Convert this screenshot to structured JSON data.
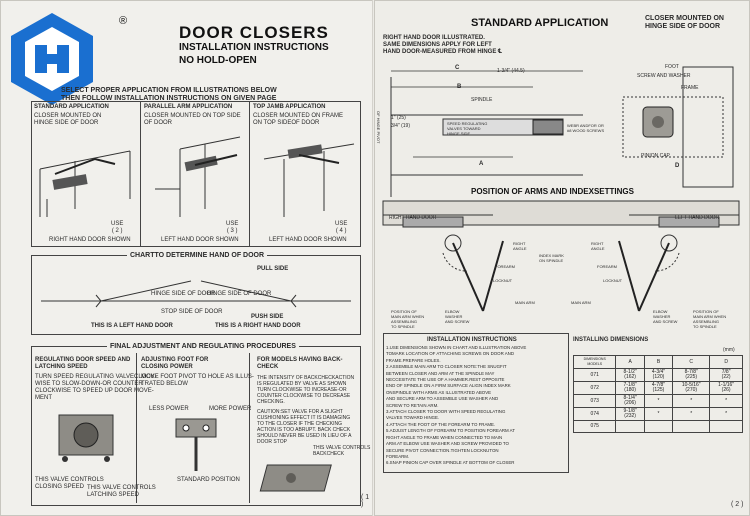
{
  "brand": {
    "registered_mark": "®",
    "color": "#1a6fd0"
  },
  "left": {
    "title": "DOOR CLOSERS",
    "subtitle": "INSTALLATION INSTRUCTIONS",
    "subtitle2": "NO HOLD-OPEN",
    "select_heading": "SELECT PROPER APPLICATION FROM ILLUSTRATIONS BELOW\nTHEN FOLLOW INSTALLATION INSTRUCTIONS ON GIVEN PAGE",
    "apps": [
      {
        "title": "STANDARD APPLICATION",
        "desc": "CLOSER MOUNTED ON\nHINGE SIDE OF DOOR",
        "use": "USE\n( 2 )",
        "caption": "RIGHT HAND DOOR SHOWN"
      },
      {
        "title": "PARALLEL ARM APPLICATION",
        "desc": "CLOSER MOUNTED ON TOP SIDE\nOF DOOR",
        "use": "USE\n( 3 )",
        "caption": "LEFT HAND DOOR SHOWN"
      },
      {
        "title": "TOP JAMB APPLICATION",
        "desc": "CLOSER MOUNTED ON FRAME\nON TOP SIDEOF DOOR",
        "use": "USE\n( 4 )",
        "caption": "LEFT HAND DOOR SHOWN"
      }
    ],
    "chart_heading": "CHARTTO DETERMINE HAND OF DOOR",
    "pull_side": "PULL SIDE",
    "push_side": "PUSH SIDE",
    "hinge_side_1": "HINGE SIDE OF DOOR",
    "hinge_side_2": "HINGE SIDE OF DOOR",
    "stop_side": "STOP SIDE OF DOOR",
    "left_hand": "THIS IS A LEFT HAND DOOR",
    "right_hand": "THIS IS A RIGHT HAND DOOR",
    "adjust_heading": "FINAL ADJUSTMENT AND REGULATING  PROCEDURES",
    "speed_title": "REGULATING DOOR SPEED AND\nLATCHING SPEED",
    "speed_text": "TURN SPEED REGULATING VALVECLOCK-\nWISE TO SLOW-DOWN-OR COUNTER\nCLOCKWISE TO SPEED UP DOOR MOVE-\nMENT",
    "speed_note1": "THIS VALVE CONTROLS\nCLOSING SPEED",
    "speed_note2": "THIS VALVE CONTROLS\nLATCHING SPEED",
    "foot_title": "ADJUSTING FOOT FOR\nCLOSING POWER",
    "foot_text": "MOVE FOOT PIVOT TO HOLE AS ILLUS-\nTRATED BELOW",
    "less_power": "LESS POWER",
    "more_power": "MORE POWER",
    "standard_position": "STANDARD POSITION",
    "backcheck_title": "FOR MODELS  HAVING BACK-\nCHECK",
    "backcheck_text": "THE INTENSITY OF BACKCHECKACTION\nIS REGULATED BY VALVE AS SHOWN\nTURN CLOCKWISE TO INCREASE-OR\nCOUNTER CLOCKWISE TO DECREASE\nCHECKING.",
    "caution_text": "CAUTION:SET VALVE FOR A SLIGHT\nCUSHIONING EFFECT IT IS DAMAGING\nTO THE CLOSER IF THE CHECKING\nACTION IS TOO ABRUPT. BACK CHECK\nSHOULD NEVER BE USED IN LIEU OF A\nDOOR STOP",
    "backcheck_valve_note": "THIS VALVE CONTROLS\nBACKCHECK",
    "page_num": "( 1 )"
  },
  "right": {
    "title": "STANDARD APPLICATION",
    "mount_note": "CLOSER MOUNTED ON\nHINGE SIDE OF DOOR",
    "illustrated_note": "RIGHT HAND DOOR ILLUSTRATED.\nSAME DIMENSIONS APPLY FOR LEFT\nHAND DOOR-MEASURED FROM HINGE ℄",
    "dim_c": "C",
    "dim_b": "B",
    "dim_a": "A",
    "dim_d": "D",
    "dim_1": "1-3/4\"  (44.5)",
    "dim_2": "1\" (25)",
    "dim_3": "3/4\" (19)",
    "spindle": "SPINDLE",
    "hinge_pivot": "OF HINGE PIVOT",
    "valve_text": "SPEED REGULATING\nVALVES TOWARD\nHINGE SIDE",
    "wood_screws": "WEBR ANDFOR OR\n#8 WOOD SCREWS",
    "foot": "FOOT",
    "screw_washer": "SCREW AND WASHER",
    "frame": "FRAME",
    "pinion_cap": "PINION CAP",
    "arms_heading": "POSITION OF ARMS AND INDEXSETTINGS",
    "right_door": "RIGHT HAND DOOR",
    "left_door": "LEFT HAND DOOR",
    "right_angle_l": "RIGHT\nANGLE",
    "index_mark": "INDEX MARK\nON SPINDLE",
    "right_angle_r": "RIGHT\nANGLE",
    "forearm_l": "FOREARM",
    "forearm_r": "FOREARM",
    "locknut_l": "LOCKNUT",
    "locknut_r": "LOCKNUT",
    "mainarm_l": "MAIN ARM",
    "mainarm_r": "MAIN ARM",
    "elbow_l": "ELBOW\nWASHER\nAND SCREW",
    "elbow_r": "ELBOW\nWASHER\nAND SCREW",
    "spindle_pos_l": "POSITION OF\nMAIN ARM WHEN\nASSEMBLING\nTO SPINDLE",
    "spindle_pos_r": "POSITION OF\nMAIN ARM WHEN\nASSEMBLING\nTO SPINDLE",
    "instructions_heading": "INSTALLATION INSTRUCTIONS",
    "instructions": "1.USE DIMENSIONS SHOWN IN CHART AND ILLUSTRATION ABOVE\nTOMARK LOCATION OF ATTACHING SCREWS ON DOOR AND\nFRAME.PREPARE HOLES.\n2.ASSEMBLE MAIN ARM TO CLOSER NOTE:THE SNUGFIT\nBETWEEN CLOSER AND ARM AT THE SPINDLE MAY\nNECCESITATE THE USE OF A HAMMER.REST OPPOSITE\nEND OF SPINDLE ON A FIRM SURFACE ALIGN INDEX MARK\nONSPINDLE WITH ARMS AS ILLUSTRATED ABOVE\nAND SECURE ARM TO ASSEMBLE USE WASHER AND\nSCREW TO RETAIN ARM.\n3.ATTACH CLOSER TO DOOR WITH SPEED REGULATING\nVALVES TOWARD HINGE.\n4.ATTACH THE FOOT OF THE FOREARM TO FRAME.\n5.ADJUST LENGTH OF FOREARM TO POSITION FOREARM AT\nRIGHT ANGLE TO FRAME WHEN CONNECTED TO MAIN\nARM.AT ELBOW USE WASHER AND SCREW PROVIDED TO\nSECURE PIVOT CONNECTION.TIGHTEN LOCKNUTON\nFOREARM.\n6.SNAP PINION CAP OVER SPINDLE AT BOTTOM OF CLOSER",
    "table_heading": "INSTALLING DIMENSIONS",
    "table_unit": "(mm)",
    "table_headers": [
      "DIMENSIONS\nMODELS",
      "A",
      "B",
      "C",
      "D"
    ],
    "table_rows": [
      [
        "071",
        "8-1/2\"\n(162)",
        "4-3/4\"\n(120)",
        "8-7/8\"\n(225)",
        "7/8\"\n(22)"
      ],
      [
        "072",
        "7-1/8\"\n(180)",
        "4-7/8\"\n(125)",
        "10-5/16\"\n(270)",
        "1-1/16\"\n(26)"
      ],
      [
        "073",
        "8-1/4\"\n(206)",
        "*",
        "*",
        "*"
      ],
      [
        "074",
        "9-1/8\"\n(232)",
        "*",
        "*",
        "*"
      ],
      [
        "075",
        "",
        "",
        "",
        ""
      ]
    ],
    "page_num": "( 2 )"
  }
}
